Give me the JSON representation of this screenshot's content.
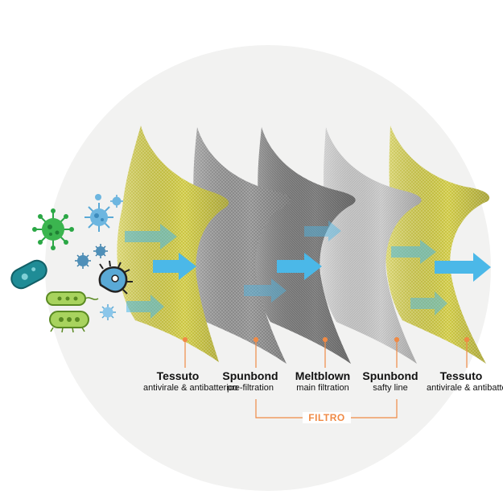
{
  "layers": [
    {
      "title": "Tessuto",
      "subtitle": "antivirale & antibatterico"
    },
    {
      "title": "Spunbond",
      "subtitle": "pre-filtration"
    },
    {
      "title": "Meltblown",
      "subtitle": "main filtration"
    },
    {
      "title": "Spunbond",
      "subtitle": "safty line"
    },
    {
      "title": "Tessuto",
      "subtitle": "antivirale & antibatterico"
    }
  ],
  "filter_group": {
    "label": "FILTRO"
  },
  "colors": {
    "background_circle": "#f2f2f2",
    "fabric_yellow": "#c7c23a",
    "spunbond_gray": "#8e8e8e",
    "meltblown_gray": "#7a7a7a",
    "safety_gray": "#c4c4c4",
    "arrow_blue": "#4bb8e8",
    "accent_orange": "#f08a45",
    "virus_green": "#2aa745",
    "virus_blue": "#5aa9d6",
    "bacteria_teal": "#1f8c96"
  },
  "icons": [
    "virus-icon",
    "bacteria-icon"
  ]
}
